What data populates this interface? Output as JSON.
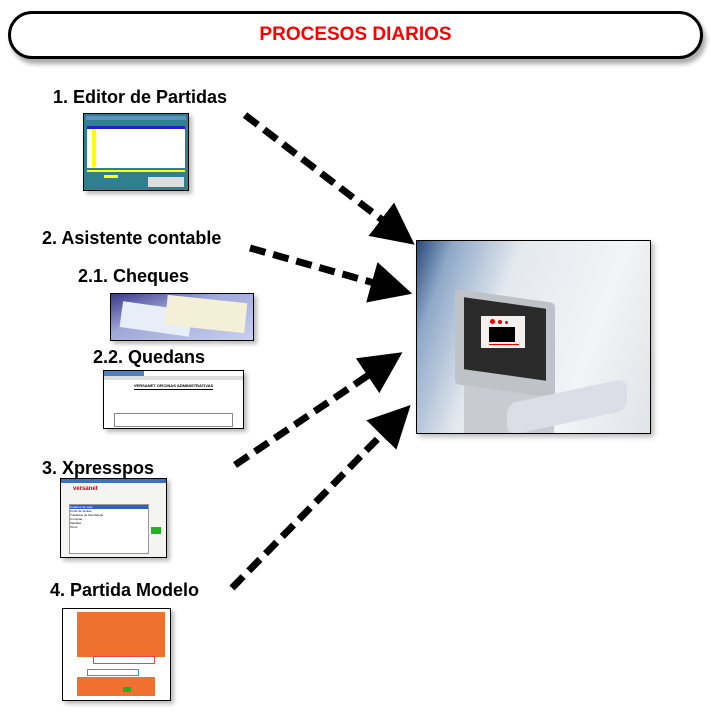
{
  "title": "PROCESOS DIARIOS",
  "items": [
    {
      "label": "1. Editor de Partidas"
    },
    {
      "label": "2. Asistente contable"
    },
    {
      "label": "2.1. Cheques"
    },
    {
      "label": "2.2. Quedans"
    },
    {
      "label": "3. Xpresspos"
    },
    {
      "label": "4. Partida Modelo"
    }
  ],
  "thumbnails": {
    "quedans_header": "VERSANET OFICINAS ADMINISTRATIVAS",
    "xpresspos_brand": "versanet",
    "xpresspos_list": [
      "Cuadres de Caja",
      "Corte de Ventas",
      "Traslados de Mercaderia",
      "Compras",
      "Planillas",
      "Otros"
    ]
  },
  "colors": {
    "title": "#ff0000",
    "accent_orange": "#f07030",
    "accent_yellow": "#ffff00"
  }
}
